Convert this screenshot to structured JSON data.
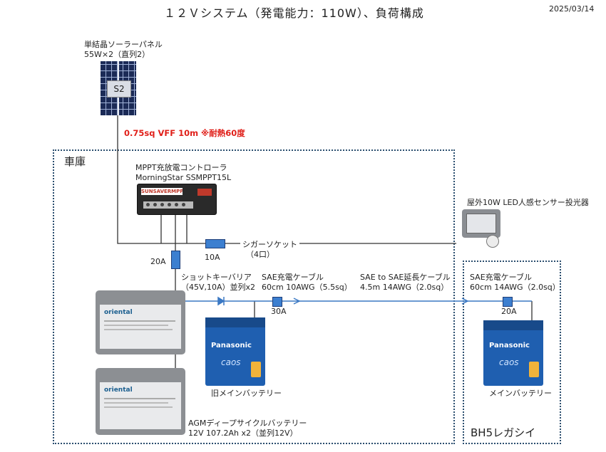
{
  "header": {
    "title": "１２Ｖシステム（発電能力：110W）、負荷構成",
    "date": "2025/03/14"
  },
  "solar": {
    "name": "単結晶ソーラーパネル",
    "spec": "55W×2（直列2）",
    "badge": "S2"
  },
  "solar_cable": "0.75sq VFF 10m ※耐熱60度",
  "garage": {
    "label": "車庫"
  },
  "controller": {
    "name": "MPPT充放電コントローラ",
    "model": "MorningStar SSMPPT15L",
    "brand": "SUNSAVERMPPT"
  },
  "fuses": {
    "f20a_left": "20A",
    "f10a": "10A",
    "f30a": "30A",
    "f20a_right": "20A"
  },
  "cigar": {
    "name": "シガーソケット",
    "count": "（4口）"
  },
  "floodlight": "屋外10W LED人感センサー投光器",
  "diode": {
    "name": "ショットキーバリア",
    "spec": "（45V,10A）並列x2"
  },
  "cable_sae1": {
    "name": "SAE充電ケーブル",
    "spec": "60cm 10AWG（5.5sq）"
  },
  "cable_ext": {
    "name": "SAE to SAE延長ケーブル",
    "spec": "4.5m 14AWG（2.0sq）"
  },
  "cable_sae2": {
    "name": "SAE充電ケーブル",
    "spec": "60cm 14AWG（2.0sq）"
  },
  "agm": {
    "brand": "oriental",
    "name": "AGMディープサイクルバッテリー",
    "spec": "12V 107.2Ah x2（並列12V）"
  },
  "car_battery": {
    "brand": "Panasonic",
    "series": "caos"
  },
  "old_main_battery": "旧メインバッテリー",
  "main_battery": "メインバッテリー",
  "car": {
    "label": "BH5レガシイ"
  },
  "colors": {
    "wire": "#333333",
    "sae_line": "#3a78c4",
    "fuse": "#3c7fd0",
    "dotted": "#2a4d6e",
    "warning": "#e0201a"
  }
}
